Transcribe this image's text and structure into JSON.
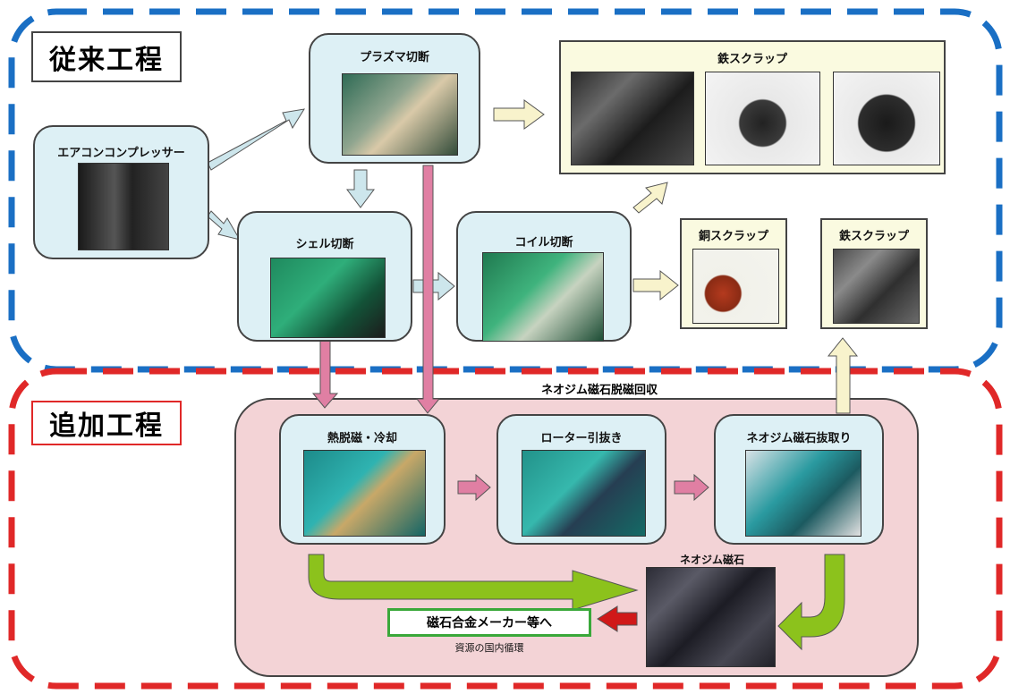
{
  "sections": {
    "conventional_title": "従来工程",
    "additional_title": "追加工程"
  },
  "conventional": {
    "compressor_label": "エアコンコンプレッサー",
    "plasma_label": "プラズマ切断",
    "shell_label": "シェル切断",
    "coil_label": "コイル切断",
    "iron_scrap_top_label": "鉄スクラップ",
    "copper_scrap_label": "銅スクラップ",
    "iron_scrap_right_label": "鉄スクラップ"
  },
  "additional": {
    "process_title": "ネオジム磁石脱磁回収",
    "demag_label": "熱脱磁・冷却",
    "rotor_label": "ローター引抜き",
    "extract_label": "ネオジム磁石抜取り",
    "magnet_label": "ネオジム磁石",
    "output_box_text": "磁石合金メーカー等へ",
    "output_note": "資源の国内循環"
  },
  "colors": {
    "conventional_border": "#1a6fc4",
    "additional_border": "#e02828",
    "process_box_fill": "#ddf0f5",
    "additional_area_fill": "#f3d3d6",
    "arrow_blue": "#cde6ec",
    "arrow_pink": "#e07fa3",
    "arrow_cream": "#f8f3cc",
    "arrow_green": "#8cc21c",
    "arrow_red": "#d01818",
    "output_box_border": "#3aa83a"
  }
}
